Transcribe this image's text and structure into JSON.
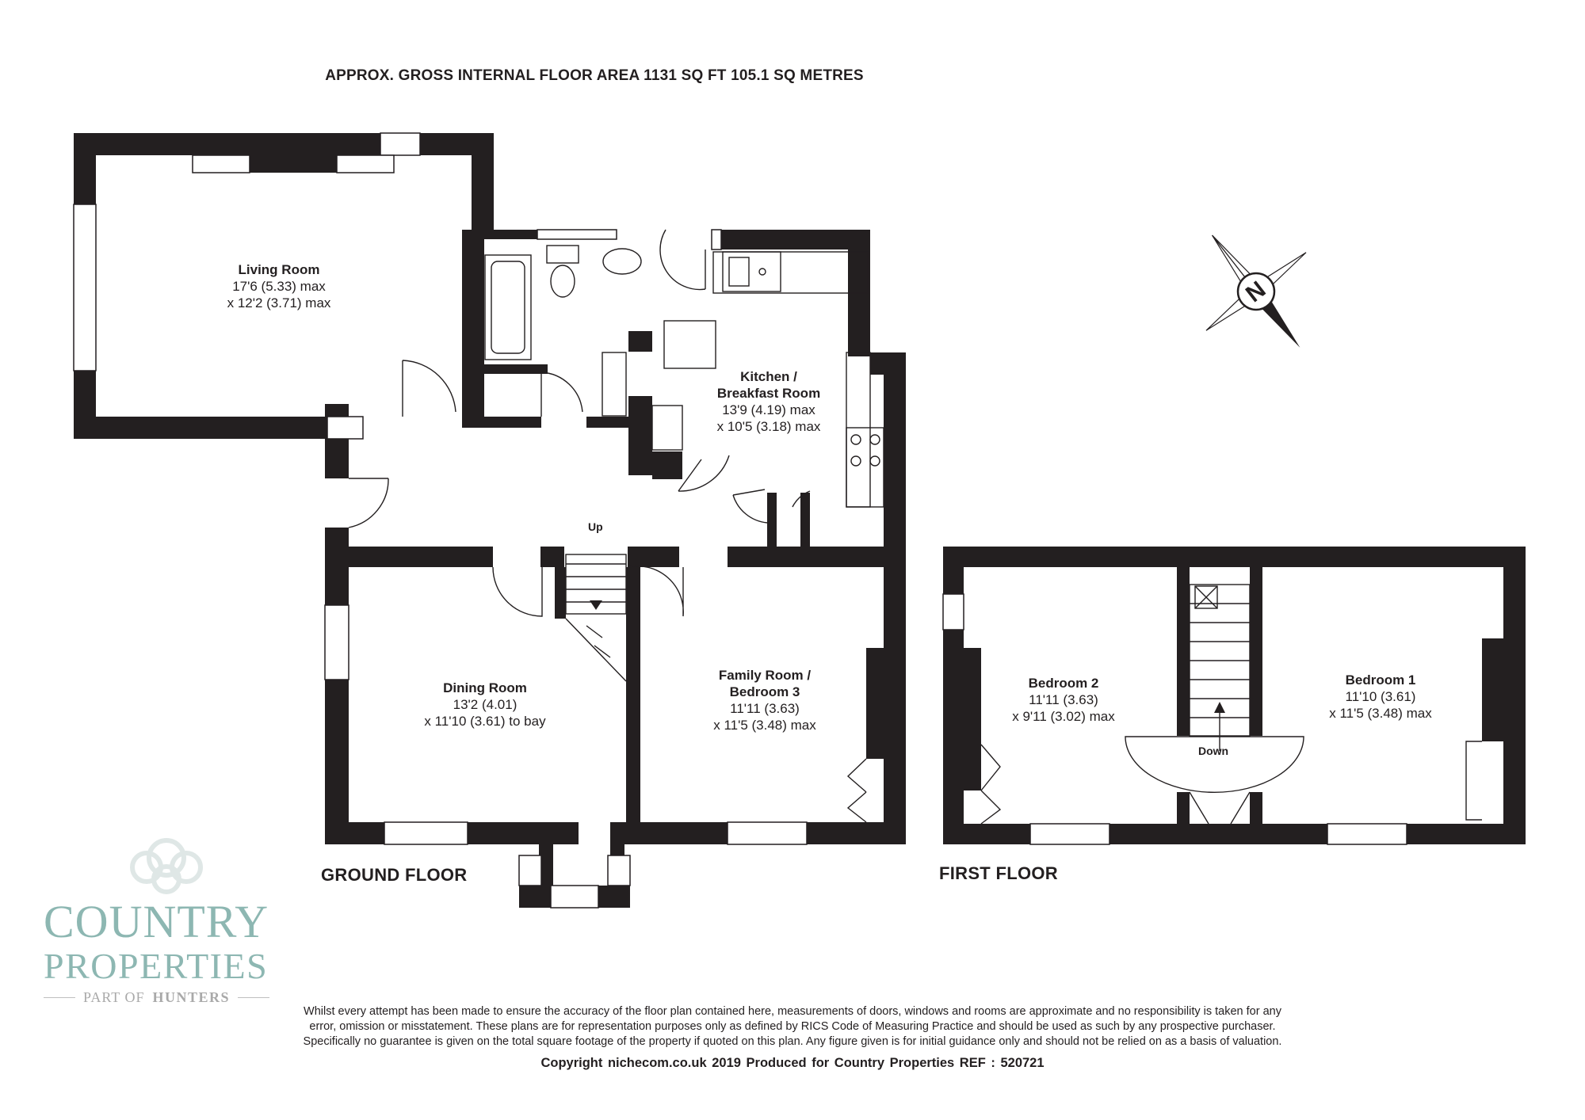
{
  "header": {
    "title": "APPROX. GROSS INTERNAL FLOOR AREA 1131 SQ FT 105.1 SQ METRES"
  },
  "compass": {
    "letter": "N"
  },
  "ground_floor": {
    "label": "GROUND FLOOR",
    "stairs_label": "Up",
    "rooms": [
      {
        "name": "Living Room",
        "dim1": "17'6 (5.33) max",
        "dim2": "x 12'2 (3.71) max"
      },
      {
        "name": "Kitchen /",
        "name2": "Breakfast Room",
        "dim1": "13'9 (4.19) max",
        "dim2": "x 10'5 (3.18) max"
      },
      {
        "name": "Dining Room",
        "dim1": "13'2 (4.01)",
        "dim2": "x 11'10 (3.61) to bay"
      },
      {
        "name": "Family Room /",
        "name2": "Bedroom 3",
        "dim1": "11'11 (3.63)",
        "dim2": "x 11'5 (3.48) max"
      }
    ]
  },
  "first_floor": {
    "label": "FIRST FLOOR",
    "stairs_label": "Down",
    "rooms": [
      {
        "name": "Bedroom 2",
        "dim1": "11'11 (3.63)",
        "dim2": "x 9'11 (3.02) max"
      },
      {
        "name": "Bedroom 1",
        "dim1": "11'10 (3.61)",
        "dim2": "x 11'5 (3.48) max"
      }
    ]
  },
  "logo": {
    "line1": "COUNTRY",
    "line2": "PROPERTIES",
    "part_of": "PART OF",
    "brand": "HUNTERS"
  },
  "disclaimer": {
    "line1": "Whilst every attempt has been made to ensure the accuracy of the floor plan contained here, measurements of doors, windows and rooms are approximate and no responsibility is taken for any",
    "line2": "error, omission or misstatement. These plans are for representation purposes only as defined by RICS Code of Measuring Practice and should be used as such by any prospective purchaser.",
    "line3": "Specifically no guarantee is given on the total square footage of the property if quoted on this plan. Any figure given is for initial guidance only and should not be relied on as a basis of valuation."
  },
  "copyright": "Copyright nichecom.co.uk 2019   Produced for Country Properties   REF :  520721",
  "colors": {
    "wall": "#231f20",
    "logo_teal": "#8db7b2",
    "logo_grey": "#a9a9a9"
  }
}
